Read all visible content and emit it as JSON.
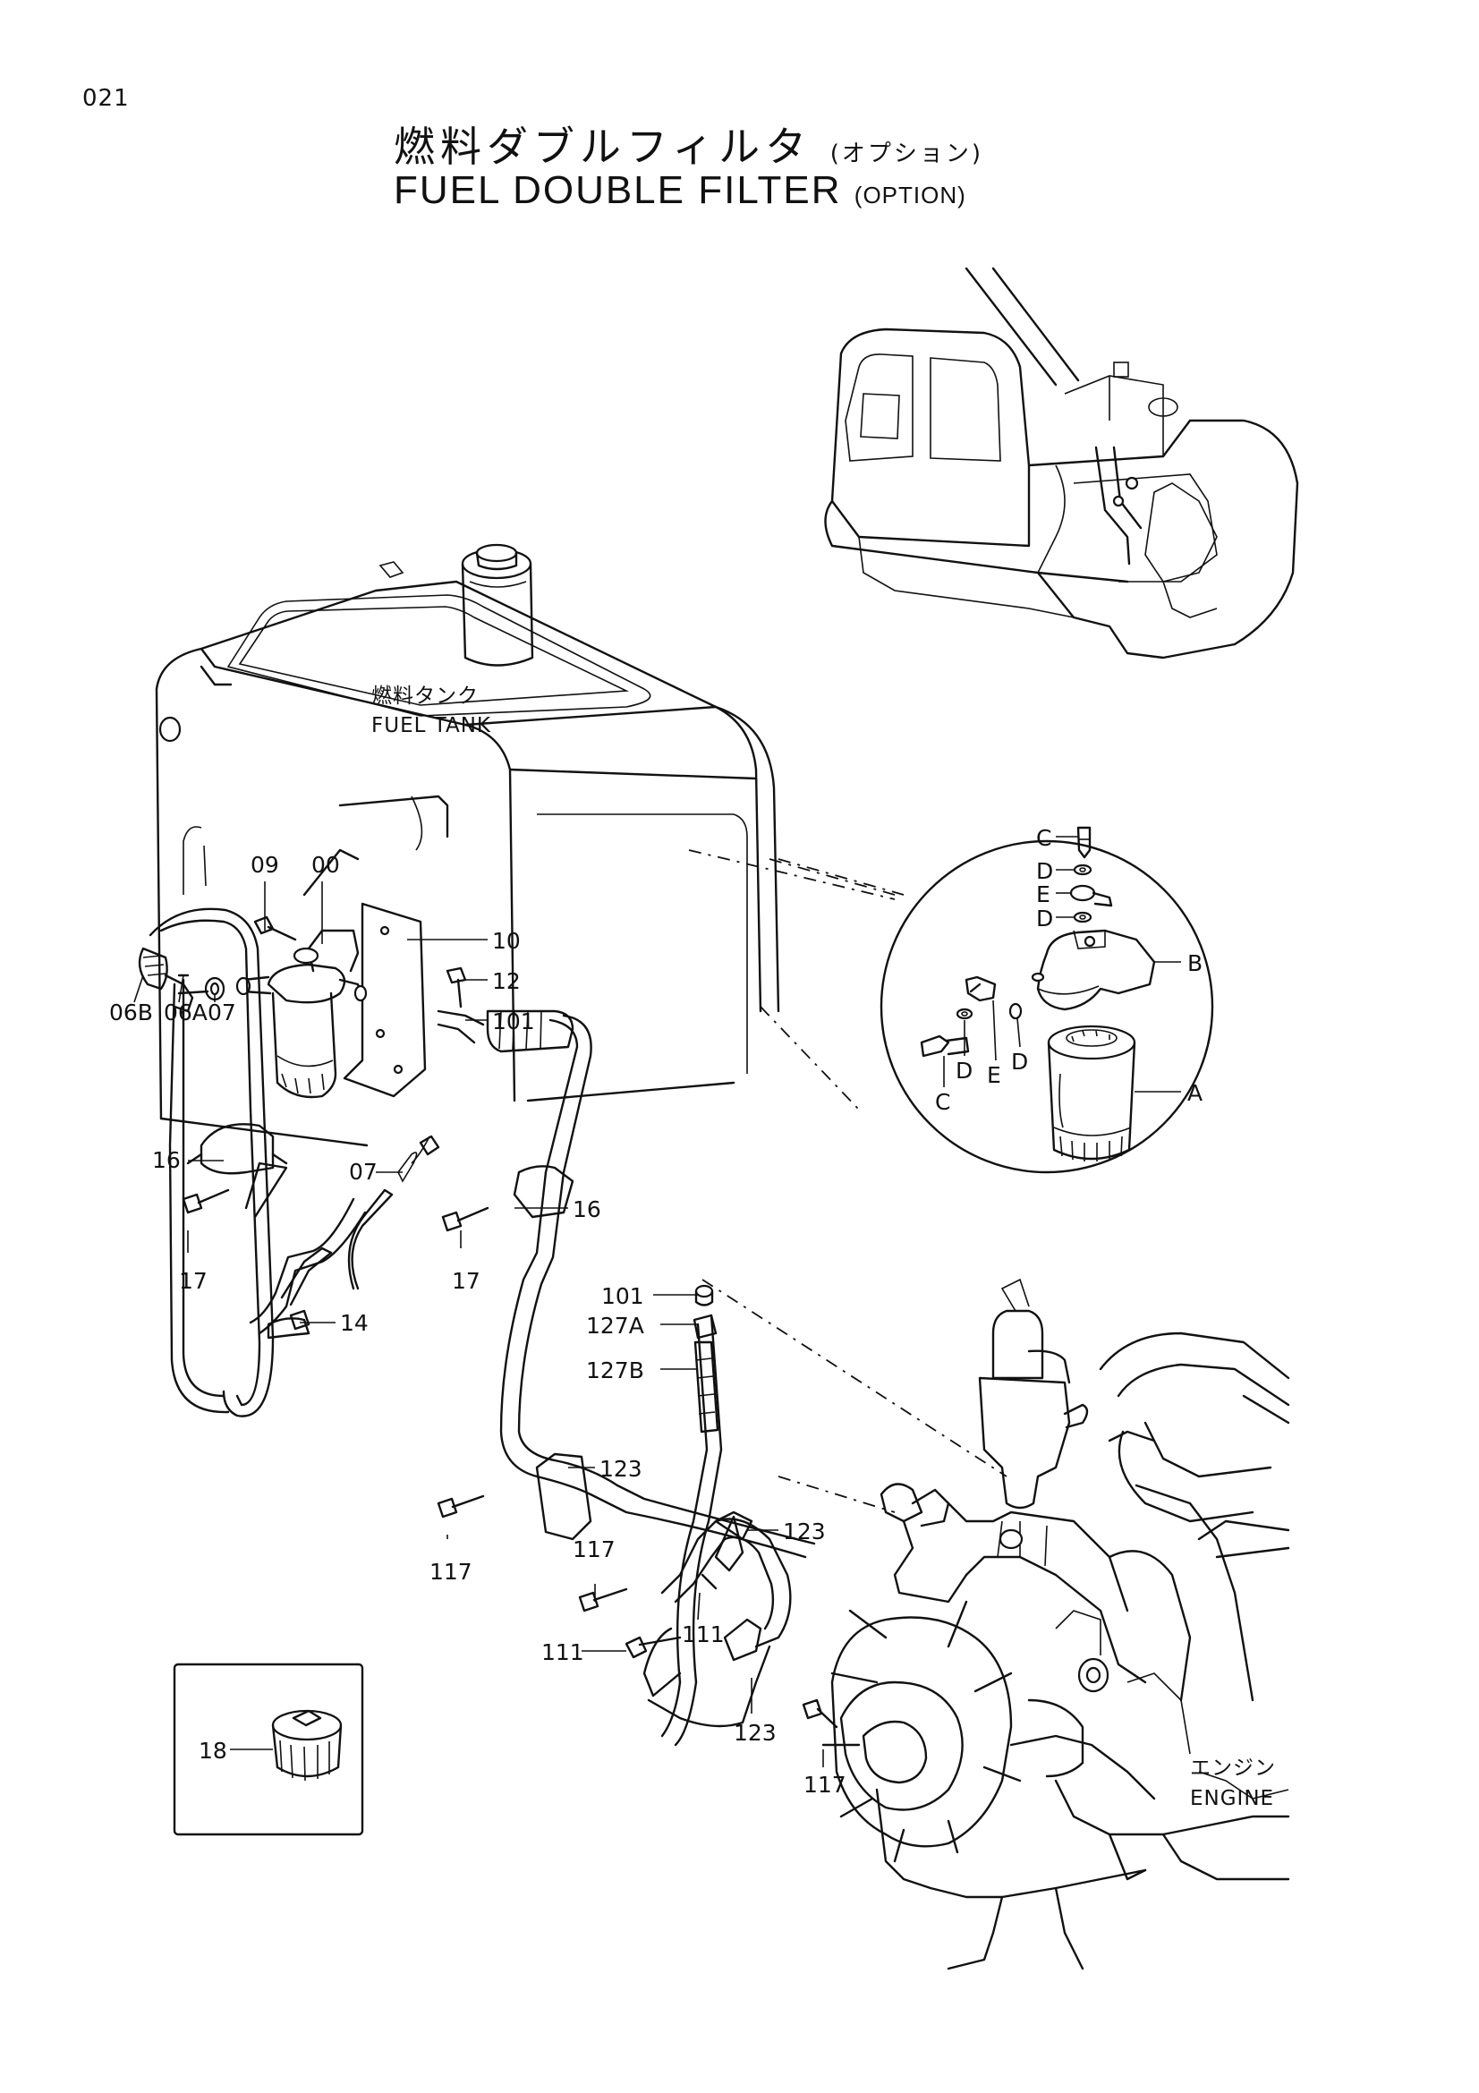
{
  "page_number": "021",
  "title": {
    "jp": "燃料ダブルフィルタ",
    "jp_option": "(オプション)",
    "en": "FUEL DOUBLE FILTER",
    "en_option": "(OPTION)"
  },
  "areas": {
    "fuel_tank": {
      "jp": "燃料タンク",
      "en": "FUEL TANK"
    },
    "engine": {
      "jp": "エンジン",
      "en": "ENGINE"
    }
  },
  "callouts": {
    "c09": "09",
    "c00": "00",
    "c10": "10",
    "c12": "12",
    "c101a": "101",
    "c06b": "06B",
    "c06a": "06A",
    "c07a": "07",
    "c16a": "16",
    "c07b": "07",
    "c17a": "17",
    "c16b": "16",
    "c17b": "17",
    "c14": "14",
    "c101b": "101",
    "c127a": "127A",
    "c127b": "127B",
    "c123a": "123",
    "c117a": "117",
    "c117b": "117",
    "c123b": "123",
    "c111a": "111",
    "c111b": "111",
    "c123c": "123",
    "c117c": "117",
    "c18": "18",
    "dC1": "C",
    "dD1": "D",
    "dE1": "E",
    "dD2": "D",
    "dB": "B",
    "dC2": "C",
    "dD3": "D",
    "dE2": "E",
    "dD4": "D",
    "dA": "A"
  }
}
